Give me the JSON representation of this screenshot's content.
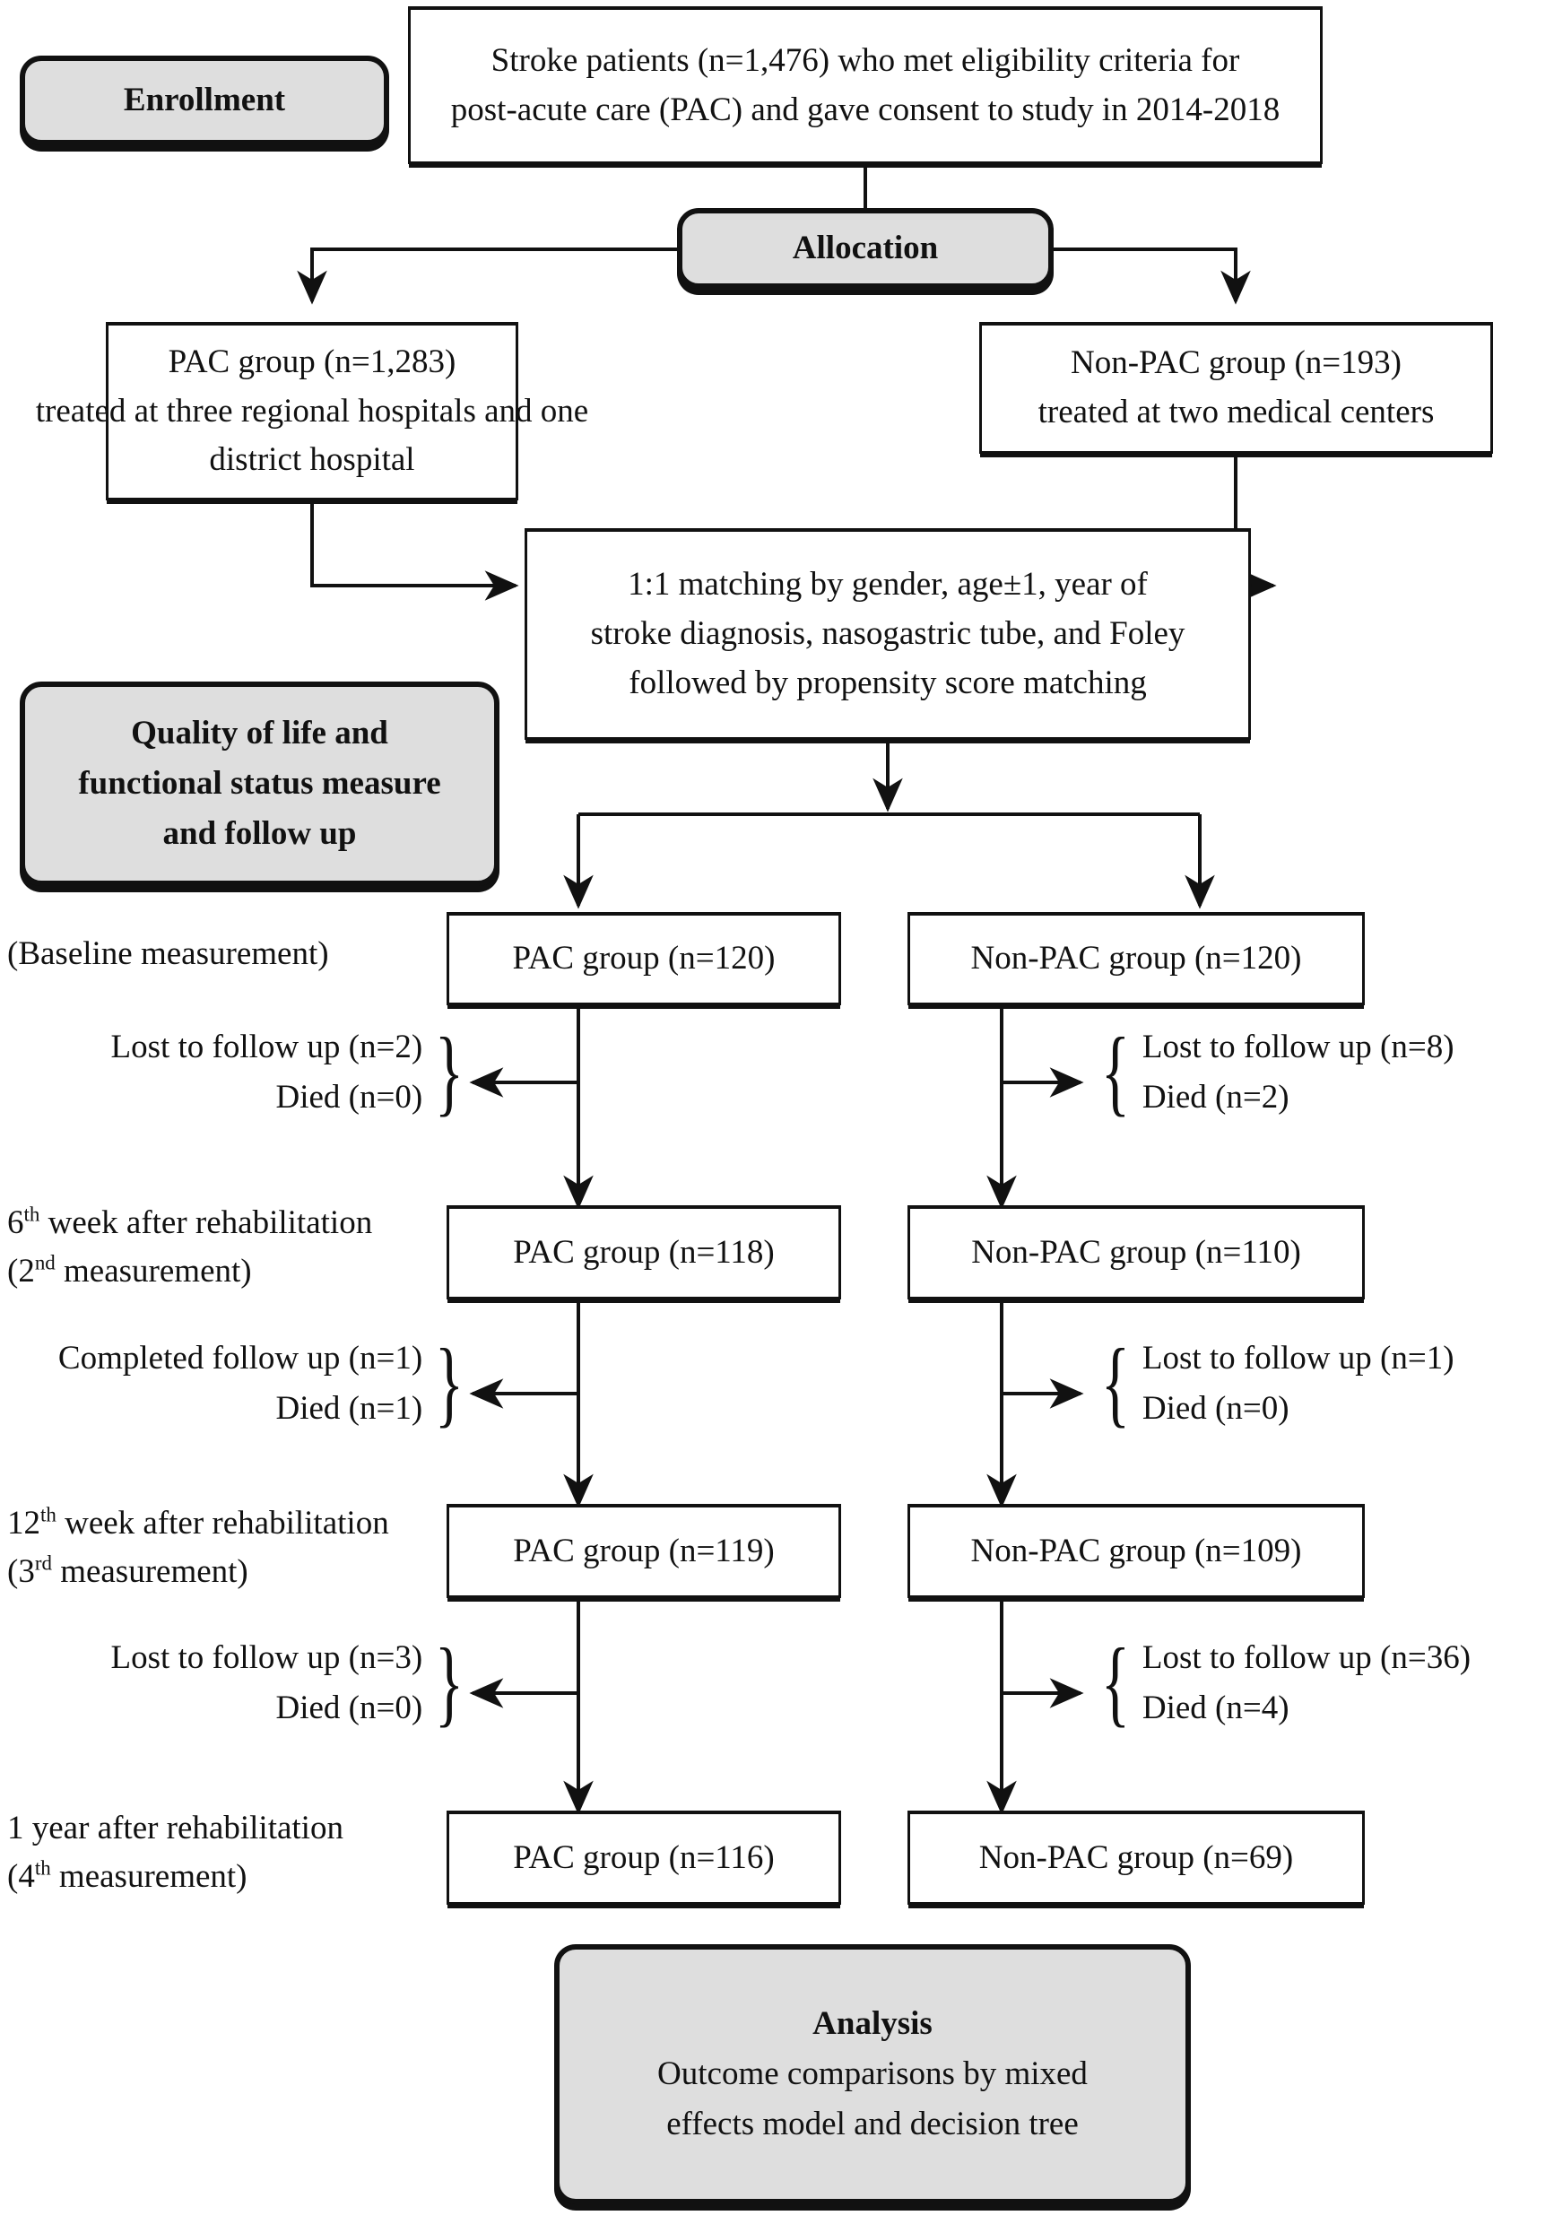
{
  "diagram": {
    "title": "CONSORT-style study flow diagram of stroke post-acute care (PAC) cohort"
  },
  "stages": {
    "enrollment": {
      "label": "Enrollment"
    },
    "allocation": {
      "label": "Allocation"
    },
    "followup": {
      "line1": "Quality of life and",
      "line2": "functional status measure",
      "line3": "and follow up"
    },
    "analysis": {
      "title": "Analysis",
      "line1": "Outcome comparisons by mixed",
      "line2": "effects model and decision tree"
    }
  },
  "boxes": {
    "enrolled": {
      "line1": "Stroke patients (n=1,476) who met eligibility criteria for",
      "line2": "post-acute care (PAC) and gave consent to study in 2014-2018"
    },
    "pac_alloc": {
      "line1": "PAC group (n=1,283)",
      "line2": "treated at three regional hospitals and one",
      "line3": "district hospital"
    },
    "nonpac_alloc": {
      "line1": "Non-PAC group (n=193)",
      "line2": "treated at two medical centers"
    },
    "matching": {
      "line1": "1:1 matching by gender, age±1, year of",
      "line2": "stroke diagnosis, nasogastric tube, and Foley",
      "line3": "followed by propensity score matching"
    },
    "pac_t1": {
      "label": "PAC group (n=120)"
    },
    "nonpac_t1": {
      "label": "Non-PAC group (n=120)"
    },
    "pac_t2": {
      "label": "PAC group (n=118)"
    },
    "nonpac_t2": {
      "label": "Non-PAC group (n=110)"
    },
    "pac_t3": {
      "label": "PAC group (n=119)"
    },
    "nonpac_t3": {
      "label": "Non-PAC group (n=109)"
    },
    "pac_t4": {
      "label": "PAC group (n=116)"
    },
    "nonpac_t4": {
      "label": "Non-PAC group (n=69)"
    }
  },
  "captions": {
    "baseline": "(Baseline measurement)",
    "week6_a": "6",
    "week6_a_sup": "th",
    "week6_b": " week after rehabilitation",
    "week6_c": "(2",
    "week6_c_sup": "nd",
    "week6_d": " measurement)",
    "week12_a": "12",
    "week12_a_sup": "th",
    "week12_b": " week after rehabilitation",
    "week12_c": "(3",
    "week12_c_sup": "rd",
    "week12_d": " measurement)",
    "year1_a": "1 year after rehabilitation",
    "year1_c": "(4",
    "year1_c_sup": "th",
    "year1_d": " measurement)"
  },
  "dropouts": {
    "pac_1": {
      "lost": "Lost to follow up (n=2)",
      "died": "Died  (n=0)"
    },
    "nonpac_1": {
      "lost": "Lost to follow up (n=8)",
      "died": "Died (n=2)"
    },
    "pac_2": {
      "lost": "Completed follow up (n=1)",
      "died": "Died (n=1)"
    },
    "nonpac_2": {
      "lost": "Lost to follow up (n=1)",
      "died": "Died (n=0)"
    },
    "pac_3": {
      "lost": "Lost to follow up (n=3)",
      "died": "Died (n=0)"
    },
    "nonpac_3": {
      "lost": "Lost to follow up (n=36)",
      "died": "Died (n=4)"
    }
  },
  "braces": {
    "close": "}",
    "open": "{"
  },
  "colors": {
    "stroke": "#111111",
    "stage_fill": "#dedede",
    "box_fill": "#ffffff",
    "page_bg": "#ffffff"
  }
}
